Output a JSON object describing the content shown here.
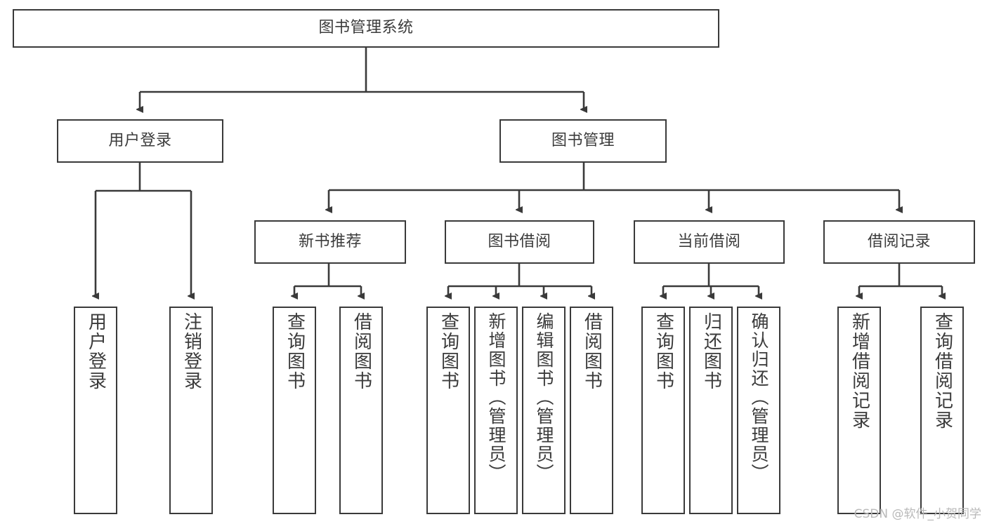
{
  "diagram": {
    "type": "tree-hierarchy-chart",
    "title": "图书管理系统",
    "colors": {
      "box_border": "#3a3a3a",
      "box_fill": "#ffffff",
      "text": "#3b3b3b",
      "connector": "#3a3a3a",
      "watermark": "#b9b9b9",
      "background": "#ffffff"
    },
    "root": {
      "label": "图书管理系统"
    },
    "level1": [
      {
        "label": "用户登录"
      },
      {
        "label": "图书管理"
      }
    ],
    "level2": [
      {
        "label": "新书推荐"
      },
      {
        "label": "图书借阅"
      },
      {
        "label": "当前借阅"
      },
      {
        "label": "借阅记录"
      }
    ],
    "leaves": {
      "user_login": [
        {
          "label": "用户登录"
        },
        {
          "label": "注销登录"
        }
      ],
      "new_book_recommend": [
        {
          "label": "查询图书"
        },
        {
          "label": "借阅图书"
        }
      ],
      "book_borrow": [
        {
          "label": "查询图书"
        },
        {
          "label": "新增图书（管理员）"
        },
        {
          "label": "编辑图书（管理员）"
        },
        {
          "label": "借阅图书"
        }
      ],
      "current_borrow": [
        {
          "label": "查询图书"
        },
        {
          "label": "归还图书"
        },
        {
          "label": "确认归还（管理员）"
        }
      ],
      "borrow_record": [
        {
          "label": "新增借阅记录"
        },
        {
          "label": "查询借阅记录"
        }
      ]
    }
  },
  "watermark": {
    "text": "CSDN @软件_小贺同学"
  }
}
